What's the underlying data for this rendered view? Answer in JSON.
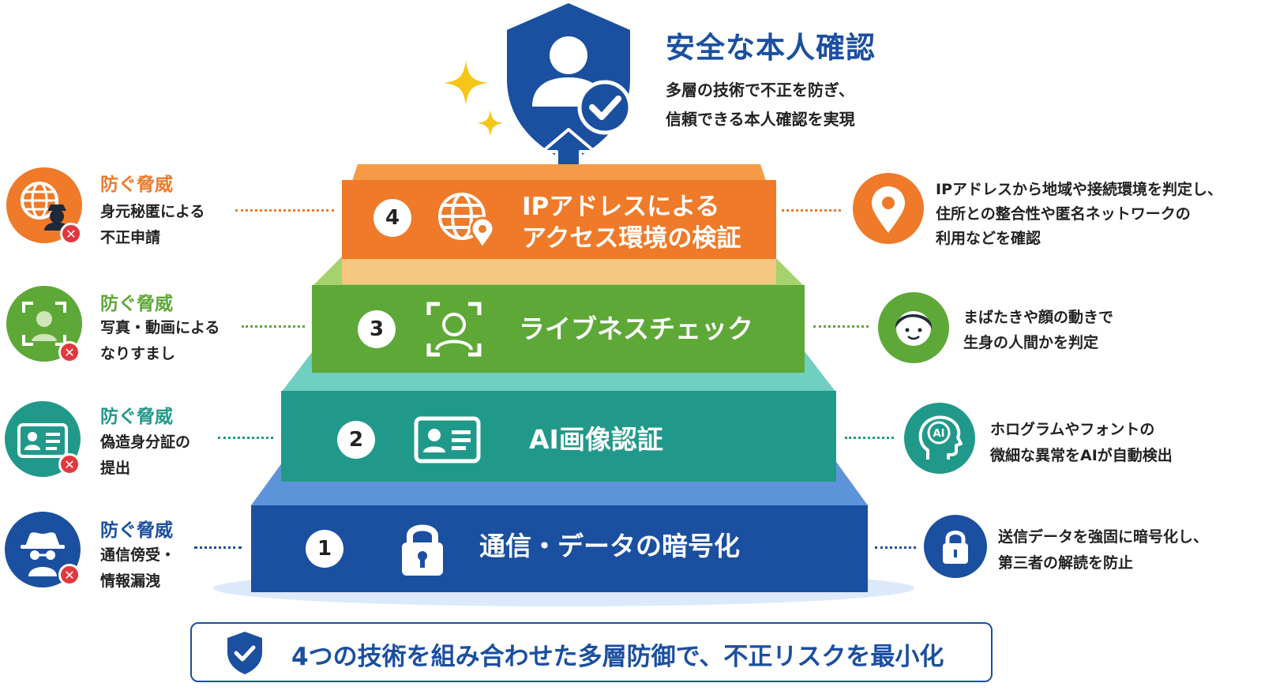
{
  "header": {
    "title": "安全な本人確認",
    "subtitle_line1": "多層の技術で不正を防ぎ、",
    "subtitle_line2": "信頼できる本人確認を実現"
  },
  "colors": {
    "blue": "#1b4fa0",
    "teal": "#21998a",
    "green": "#5ea838",
    "orange": "#ee7a2a",
    "red_badge": "#e0383e"
  },
  "tiers": [
    {
      "number": "1",
      "label": "通信・データの暗号化",
      "icon": "lock-icon",
      "threat_heading": "防ぐ脅威",
      "threat_line1": "通信傍受・",
      "threat_line2": "情報漏洩",
      "threat_icon": "spy-icon",
      "desc_line1": "送信データを強固に暗号化し、",
      "desc_line2": "第三者の解読を防止",
      "desc_icon": "lock-icon"
    },
    {
      "number": "2",
      "label": "AI画像認証",
      "icon": "id-card-icon",
      "threat_heading": "防ぐ脅威",
      "threat_line1": "偽造身分証の",
      "threat_line2": "提出",
      "threat_icon": "id-card-icon",
      "desc_line1": "ホログラムやフォントの",
      "desc_line2": "微細な異常をAIが自動検出",
      "desc_icon": "ai-head-icon",
      "desc_icon_text": "AI"
    },
    {
      "number": "3",
      "label": "ライブネスチェック",
      "icon": "face-scan-icon",
      "threat_heading": "防ぐ脅威",
      "threat_line1": "写真・動画による",
      "threat_line2": "なりすまし",
      "threat_icon": "face-scan-icon",
      "desc_line1": "まばたきや顔の動きで",
      "desc_line2": "生身の人間かを判定",
      "desc_icon": "face-icon"
    },
    {
      "number": "4",
      "label_line1": "IPアドレスによる",
      "label_line2": "アクセス環境の検証",
      "icon": "globe-pin-icon",
      "threat_heading": "防ぐ脅威",
      "threat_line1": "身元秘匿による",
      "threat_line2": "不正申請",
      "threat_icon": "globe-spy-icon",
      "desc_line1": "IPアドレスから地域や接続環境を判定し、",
      "desc_line2": "住所との整合性や匿名ネットワークの",
      "desc_line3": "利用などを確認",
      "desc_icon": "location-pin-icon"
    }
  ],
  "footer": {
    "text": "4つの技術を組み合わせた多層防御で、不正リスクを最小化",
    "icon": "shield-check-icon"
  }
}
